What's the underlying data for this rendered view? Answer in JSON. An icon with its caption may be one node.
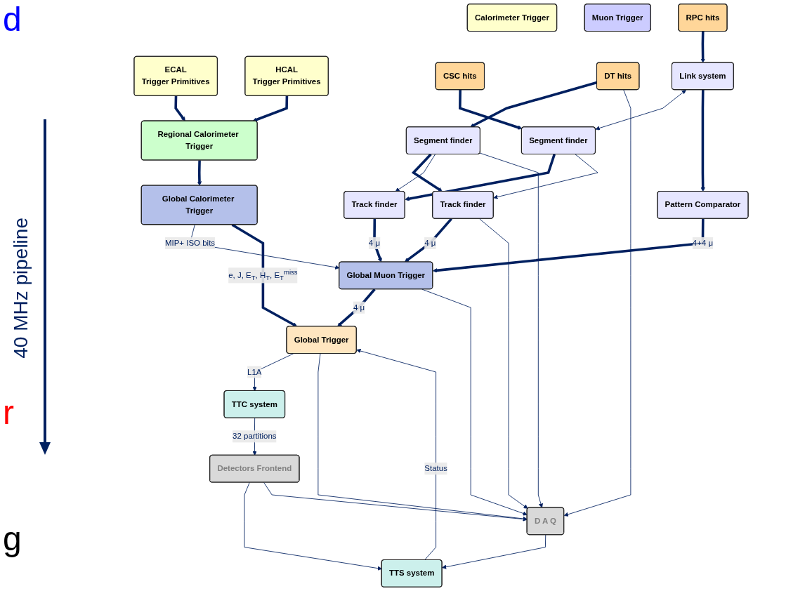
{
  "diagram": {
    "nodes": [
      {
        "text": [
          "Calorimeter Trigger"
        ]
      },
      {
        "text": [
          "Muon Trigger"
        ]
      },
      {
        "text": [
          "ECAL",
          "Trigger Primitives"
        ]
      },
      {
        "text": [
          "HCAL",
          "Trigger Primitives"
        ]
      },
      {
        "text": [
          "RPC hits"
        ]
      },
      {
        "text": [
          "CSC hits"
        ]
      },
      {
        "text": [
          "DT hits"
        ]
      },
      {
        "text": [
          "Link system"
        ]
      },
      {
        "text": [
          "Segment finder"
        ]
      },
      {
        "text": [
          "Segment finder"
        ]
      },
      {
        "text": [
          "Regional Calorimeter Trigger"
        ]
      },
      {
        "text": [
          "Pattern Comparator"
        ]
      },
      {
        "text": [
          "Track finder"
        ]
      },
      {
        "text": [
          "Track finder"
        ]
      },
      {
        "text": [
          "Global Calorimeter Trigger"
        ]
      },
      {
        "text": [
          "Global Muon Trigger"
        ]
      },
      {
        "text": [
          "Global Trigger"
        ]
      },
      {
        "text": [
          "TTC system"
        ]
      },
      {
        "text": [
          "TTS system"
        ]
      },
      {
        "text": [
          "Detectors Frontend"
        ]
      },
      {
        "text": [
          "D A Q"
        ]
      }
    ],
    "edges": [
      {
        "from": 2,
        "to": 10,
        "arrow": "to",
        "style": "thick"
      },
      {
        "from": 3,
        "to": 10,
        "arrow": "to",
        "style": "thick"
      },
      {
        "from": 10,
        "to": 14,
        "arrow": "to",
        "style": "thick"
      },
      {
        "from": 4,
        "to": 7,
        "arrow": "to",
        "style": "thick"
      },
      {
        "from": 5,
        "to": 8,
        "arrow": "to",
        "style": "thick"
      },
      {
        "from": 6,
        "to": 9,
        "arrow": "to",
        "style": "thick"
      },
      {
        "from": 7,
        "to": 8,
        "arrow": "both"
      },
      {
        "from": 7,
        "to": 11,
        "arrow": "to",
        "style": "thick"
      },
      {
        "from": 8,
        "to": 12,
        "arrow": "to",
        "style": "thick"
      },
      {
        "from": 9,
        "to": 13,
        "arrow": "to",
        "style": "thick"
      },
      {
        "from": 8,
        "to": 13,
        "arrow": "to"
      },
      {
        "from": 9,
        "to": 12,
        "arrow": "to"
      },
      {
        "from": 11,
        "to": 15,
        "label": "4+4 μ",
        "arrow": "to",
        "style": "thick"
      },
      {
        "from": 12,
        "to": 15,
        "label": "4 μ",
        "arrow": "to",
        "style": "thick"
      },
      {
        "from": 13,
        "to": 15,
        "label": "4 μ",
        "arrow": "to",
        "style": "thick"
      },
      {
        "from": 14,
        "to": 15,
        "label": "MIP+ ISO bits",
        "arrow": "to"
      },
      {
        "from": 14,
        "to": 16,
        "label": "e, J, E$_{T}$, H$_{T}$, E$_{T}$$^{miss}$",
        "arrow": "to",
        "style": "thick"
      },
      {
        "from": 15,
        "to": 16,
        "label": "4 μ",
        "arrow": "to",
        "style": "thick"
      },
      {
        "from": 16,
        "to": 17,
        "label": "L1A",
        "arrow": "to"
      },
      {
        "from": 18,
        "to": 16,
        "label": "Status",
        "arrow": "to"
      },
      {
        "from": 17,
        "to": 19,
        "label": "32 partitions",
        "arrow": "to"
      },
      {
        "from": 19,
        "to": 18,
        "arrow": "to"
      },
      {
        "from": 20,
        "to": 18,
        "arrow": "to"
      },
      {
        "from": 6,
        "to": 20,
        "arrow": "to"
      },
      {
        "from": 9,
        "to": 20,
        "arrow": "to"
      },
      {
        "from": 13,
        "to": 20,
        "arrow": "to"
      },
      {
        "from": 15,
        "to": 20,
        "arrow": "to"
      },
      {
        "from": 16,
        "to": 20,
        "arrow": "to"
      },
      {
        "from": 19,
        "to": 20,
        "arrow": "to"
      }
    ],
    "labels": [
      "d",
      "40 MHz pipeline",
      "r",
      "g"
    ]
  }
}
